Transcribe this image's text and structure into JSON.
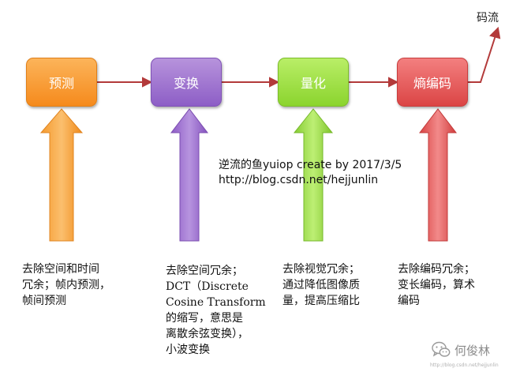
{
  "stages": [
    {
      "label": "预测",
      "arrow_color": "#f7931e",
      "box_color": "#f7931e"
    },
    {
      "label": "变换",
      "arrow_color": "#9b6ad0",
      "box_color": "#9b6ad0"
    },
    {
      "label": "量化",
      "arrow_color": "#94d83c",
      "box_color": "#94d83c"
    },
    {
      "label": "熵编码",
      "arrow_color": "#e15656",
      "box_color": "#e15656"
    }
  ],
  "flow_line_color": "#b33a3a",
  "output_label": "码流",
  "descriptions": [
    "去除空间和时间\n冗余；帧内预测，\n帧间预测",
    "去除空间冗余；\nDCT（Discrete\nCosine Transform\n的缩写，意思是\n离散余弦变换），\n小波变换",
    "去除视觉冗余；\n通过降低图像质\n量，提高压缩比",
    "去除编码冗余；\n变长编码，算术\n编码"
  ],
  "watermark": "逆流的鱼yuiop create by 2017/3/5\nhttp://blog.csdn.net/hejjunlin",
  "badge": {
    "icon": "wechat-icon",
    "text": "何俊林"
  },
  "footnote": "http://blog.csdn.net/hejjunlin"
}
